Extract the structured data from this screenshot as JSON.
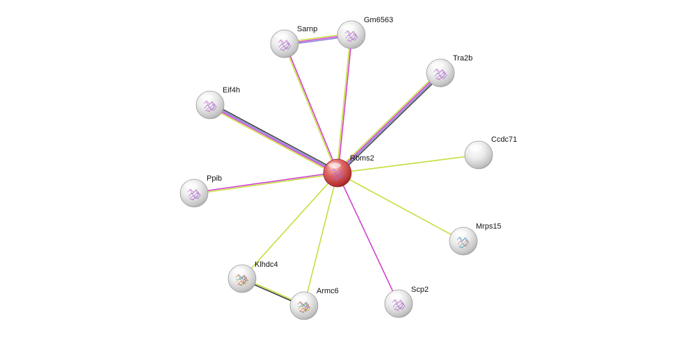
{
  "network": {
    "center": "Rbms2",
    "nodes": [
      {
        "id": "Rbms2",
        "label": "Rbms2",
        "center": true,
        "structure": "purple"
      },
      {
        "id": "Sarnp",
        "label": "Sarnp",
        "center": false,
        "structure": "purple"
      },
      {
        "id": "Gm6563",
        "label": "Gm6563",
        "center": false,
        "structure": "purple"
      },
      {
        "id": "Tra2b",
        "label": "Tra2b",
        "center": false,
        "structure": "purple"
      },
      {
        "id": "Eif4h",
        "label": "Eif4h",
        "center": false,
        "structure": "purple"
      },
      {
        "id": "Ccdc71",
        "label": "Ccdc71",
        "center": false,
        "structure": "none"
      },
      {
        "id": "Ppib",
        "label": "Ppib",
        "center": false,
        "structure": "purple"
      },
      {
        "id": "Mrps15",
        "label": "Mrps15",
        "center": false,
        "structure": "rainbow-small"
      },
      {
        "id": "Klhdc4",
        "label": "Klhdc4",
        "center": false,
        "structure": "rainbow"
      },
      {
        "id": "Armc6",
        "label": "Armc6",
        "center": false,
        "structure": "rainbow"
      },
      {
        "id": "Scp2",
        "label": "Scp2",
        "center": false,
        "structure": "purple"
      }
    ],
    "edges": [
      {
        "source": "Rbms2",
        "target": "Sarnp",
        "colors": [
          "#c8dc3c",
          "#d040d0"
        ]
      },
      {
        "source": "Rbms2",
        "target": "Gm6563",
        "colors": [
          "#c8dc3c",
          "#d040d0"
        ]
      },
      {
        "source": "Sarnp",
        "target": "Gm6563",
        "colors": [
          "#c8dc3c",
          "#d040d0",
          "#8080d8"
        ]
      },
      {
        "source": "Rbms2",
        "target": "Tra2b",
        "colors": [
          "#c8dc3c",
          "#d040d0",
          "#8080d8",
          "#404040"
        ]
      },
      {
        "source": "Rbms2",
        "target": "Eif4h",
        "colors": [
          "#c8dc3c",
          "#d040d0",
          "#8080d8",
          "#404040"
        ]
      },
      {
        "source": "Rbms2",
        "target": "Ccdc71",
        "colors": [
          "#c8dc3c"
        ]
      },
      {
        "source": "Rbms2",
        "target": "Ppib",
        "colors": [
          "#c8dc3c",
          "#d040d0"
        ]
      },
      {
        "source": "Rbms2",
        "target": "Mrps15",
        "colors": [
          "#c8dc3c"
        ]
      },
      {
        "source": "Rbms2",
        "target": "Klhdc4",
        "colors": [
          "#c8dc3c"
        ]
      },
      {
        "source": "Rbms2",
        "target": "Armc6",
        "colors": [
          "#c8dc3c"
        ]
      },
      {
        "source": "Rbms2",
        "target": "Scp2",
        "colors": [
          "#d040d0"
        ]
      },
      {
        "source": "Klhdc4",
        "target": "Armc6",
        "colors": [
          "#c8dc3c",
          "#404040"
        ]
      }
    ]
  },
  "colors": {
    "background": "#ffffff",
    "node_fill": "#dcdcdc",
    "center_fill": "#d85050",
    "label": "#111111"
  }
}
